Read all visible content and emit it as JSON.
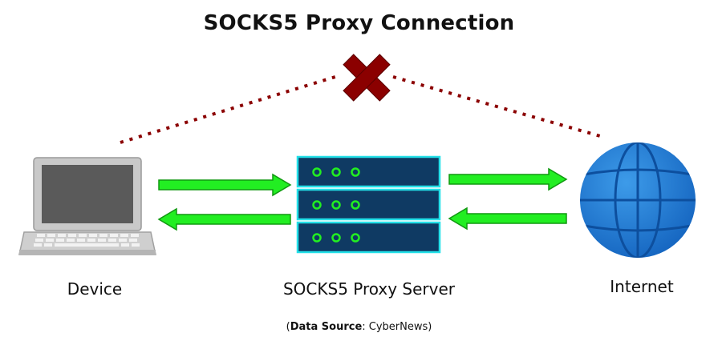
{
  "title": "SOCKS5 Proxy Connection",
  "nodes": {
    "device": {
      "label": "Device",
      "icon": "laptop-icon"
    },
    "proxy": {
      "label": "SOCKS5 Proxy Server",
      "icon": "server-rack-icon"
    },
    "internet": {
      "label": "Internet",
      "icon": "globe-icon"
    }
  },
  "blocked_direct_link": {
    "icon": "cross-mark-icon",
    "color": "#8b0000"
  },
  "source": {
    "open": "(",
    "key": "Data Source",
    "sep": ": ",
    "value": "CyberNews",
    "close": ")"
  },
  "colors": {
    "arrow_fill": "#22ee22",
    "arrow_stroke": "#119911",
    "dotted_line": "#8b0000",
    "server_body": "#0f3a63",
    "server_border": "#24e0e8",
    "server_led": "#22ee22",
    "globe": "#1c7ed6"
  }
}
